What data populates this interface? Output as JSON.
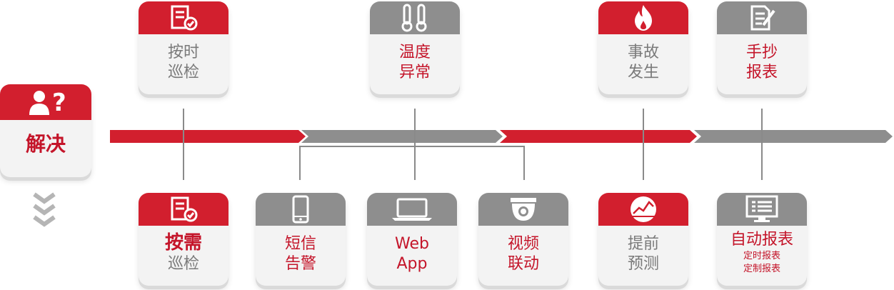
{
  "left": {
    "label": "解决",
    "icon": "users-question-icon"
  },
  "top_cards": [
    {
      "line1": "按时",
      "line2": "巡检",
      "icon": "checklist-icon",
      "head": "red",
      "text_color": "gray"
    },
    {
      "line1": "温度",
      "line2": "异常",
      "icon": "thermometer-icon",
      "head": "gray",
      "text_color": "red"
    },
    {
      "line1": "事故",
      "line2": "发生",
      "icon": "fire-icon",
      "head": "red",
      "text_color": "gray"
    },
    {
      "line1": "手抄",
      "line2": "报表",
      "icon": "handwriting-icon",
      "head": "gray",
      "text_color": "red"
    }
  ],
  "bottom_cards": [
    {
      "line1": "按需",
      "line2": "巡检",
      "icon": "checklist-icon",
      "head": "red"
    },
    {
      "line1": "短信",
      "line2": "告警",
      "icon": "mobile-phone-icon",
      "head": "gray"
    },
    {
      "line1": "Web",
      "line2": "App",
      "icon": "laptop-icon",
      "head": "gray"
    },
    {
      "line1": "视频",
      "line2": "联动",
      "icon": "camera-icon",
      "head": "gray"
    },
    {
      "line1": "提前",
      "line2": "预测",
      "icon": "chart-prediction-icon",
      "head": "red"
    },
    {
      "line1": "自动报表",
      "line2": "定时报表",
      "line3": "定制报表",
      "icon": "monitor-report-icon",
      "head": "gray"
    }
  ],
  "colors": {
    "red": "#d21f2e",
    "gray": "#8e8e8e",
    "text_gray": "#7a7a7a",
    "text_red": "#c4152a"
  }
}
